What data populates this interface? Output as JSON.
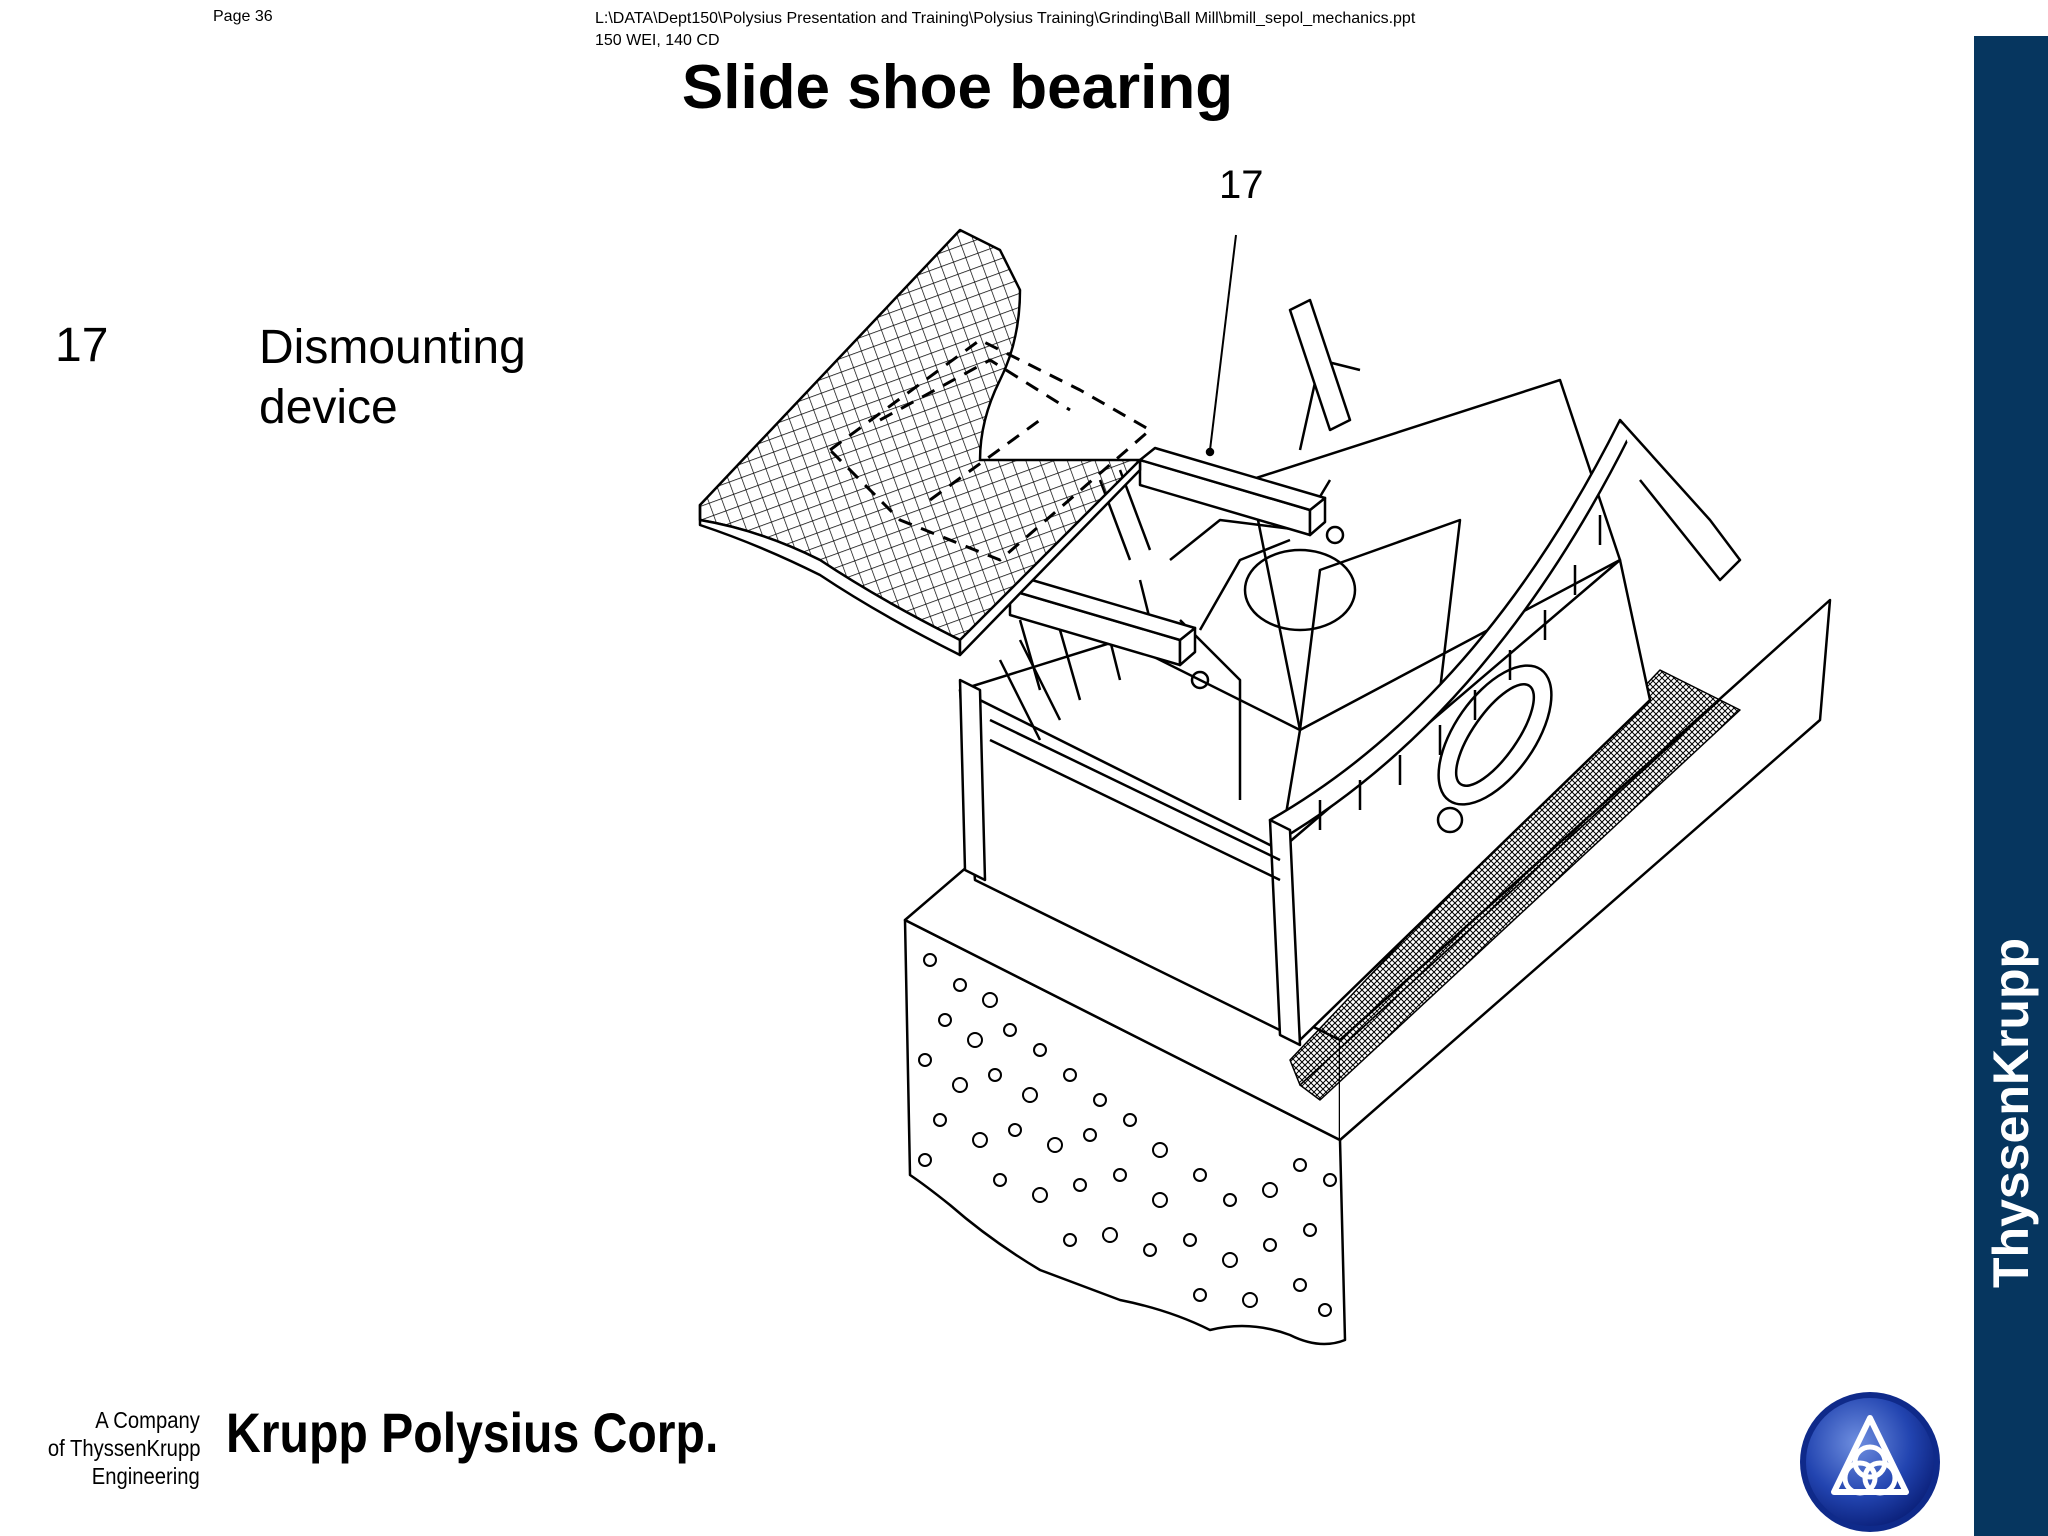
{
  "header": {
    "page_label": "Page 36",
    "file_path": "L:\\DATA\\Dept150\\Polysius Presentation and Training\\Polysius Training\\Grinding\\Ball Mill\\bmill_sepol_mechanics.ppt",
    "author_line": "150 WEI, 140 CD"
  },
  "slide": {
    "title": "Slide shoe bearing",
    "legend": [
      {
        "number": "17",
        "label_line1": "Dismounting",
        "label_line2": "device"
      }
    ],
    "callout_number": "17"
  },
  "footer": {
    "company_prefix_line1": "A Company",
    "company_prefix_line2": "of ThyssenKrupp",
    "company_prefix_line3": "Engineering",
    "company_name": "Krupp Polysius Corp."
  },
  "brand": {
    "side_text": "ThyssenKrupp",
    "band_color": "#06365f",
    "logo_icon": "thyssenkrupp-rings-icon"
  }
}
